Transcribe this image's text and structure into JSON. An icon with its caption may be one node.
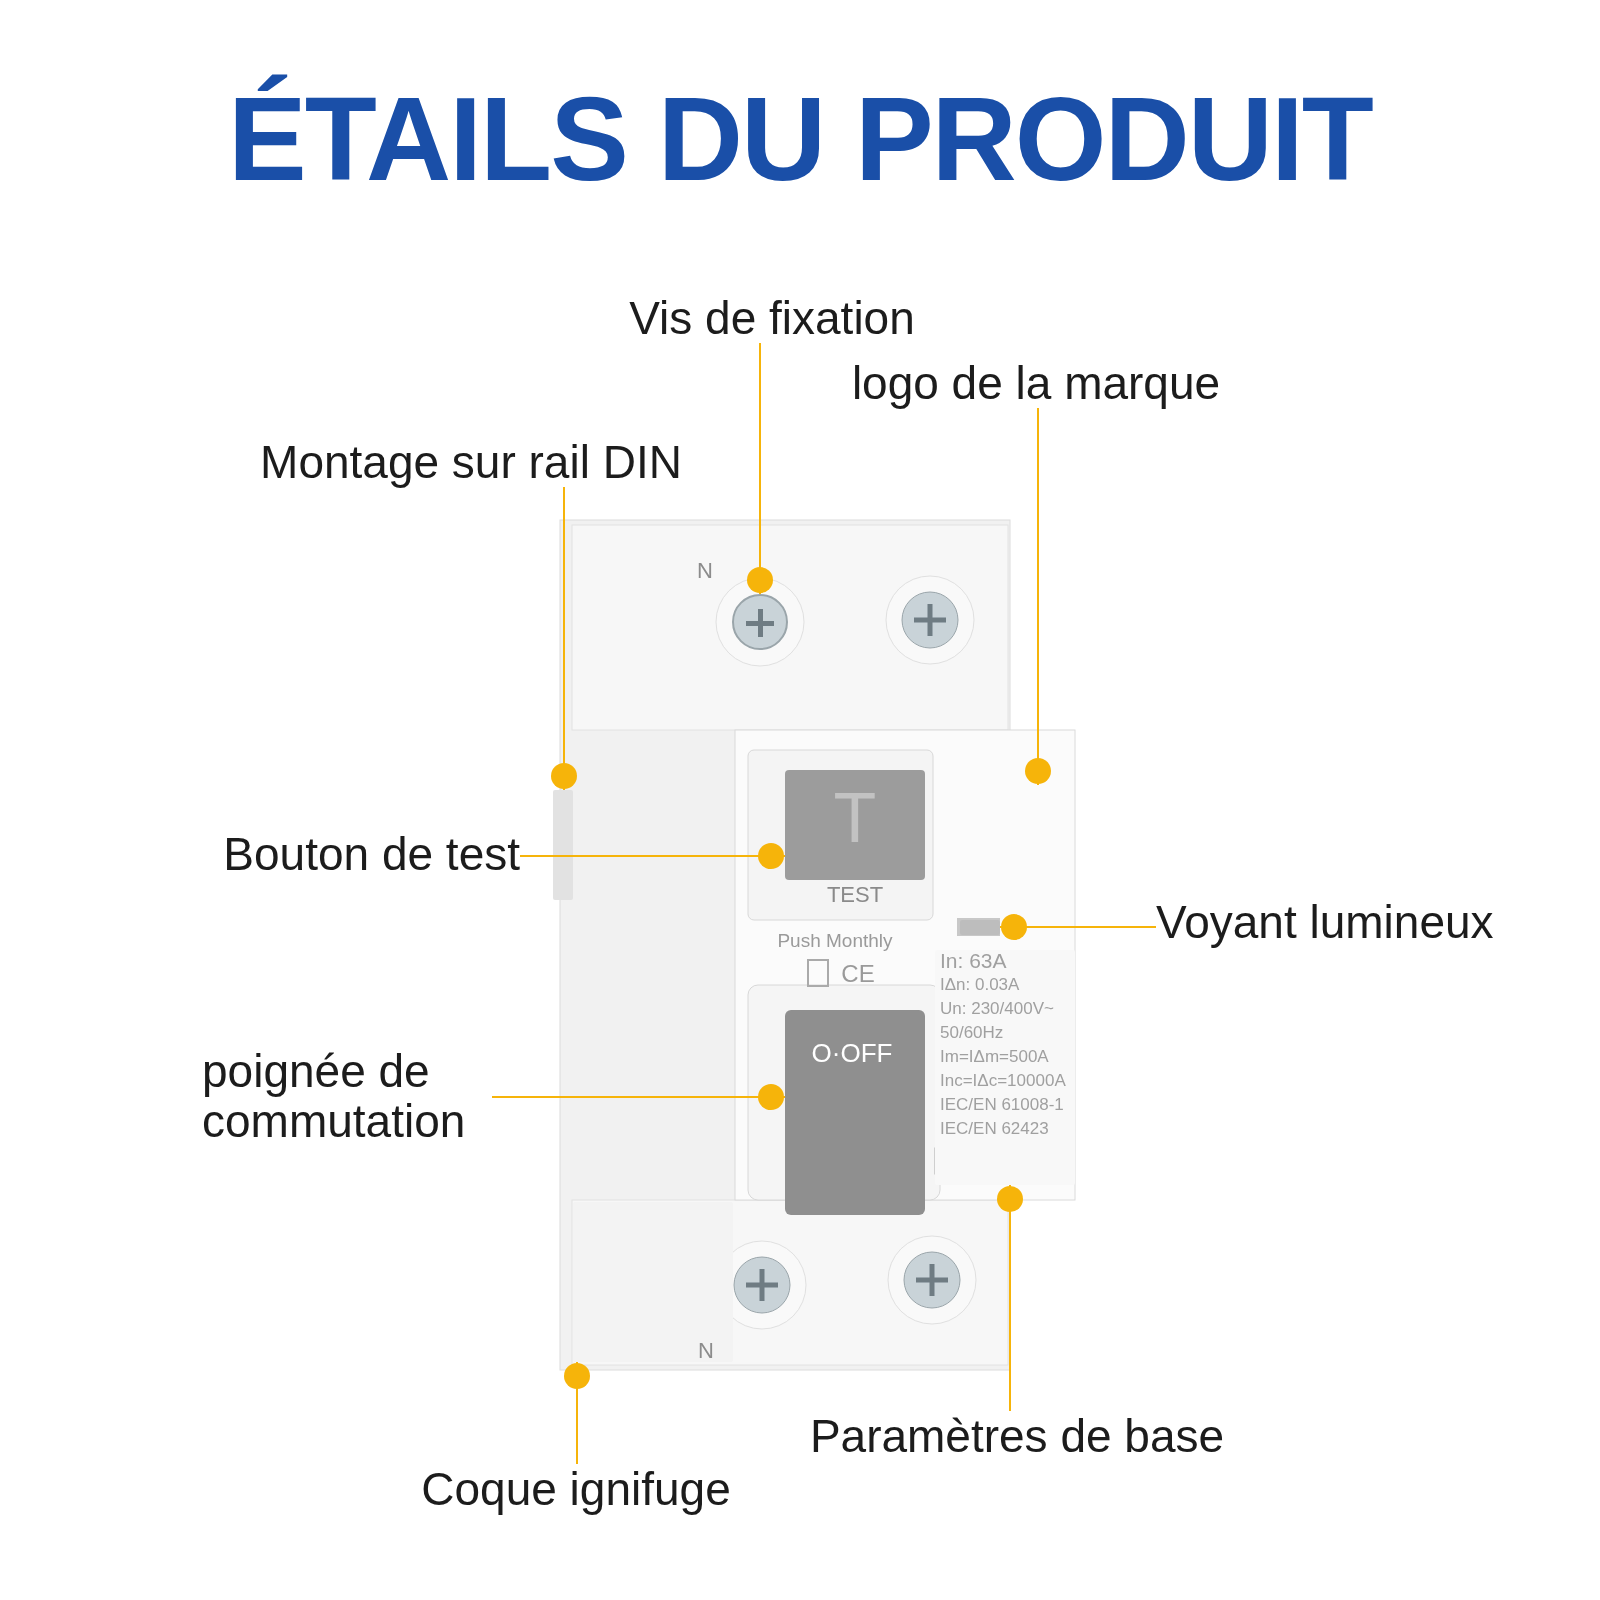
{
  "diagram": {
    "title": "ÉTAILS DU PRODUIT",
    "nodes": [
      {
        "text": [
          "Vis de fixation"
        ]
      },
      {
        "text": [
          "logo de la marque"
        ]
      },
      {
        "text": [
          "Montage sur rail DIN"
        ]
      },
      {
        "text": [
          "Bouton de test"
        ]
      },
      {
        "text": [
          "Voyant lumineux"
        ]
      },
      {
        "text": [
          "poignée de commutation"
        ]
      },
      {
        "text": [
          "Paramètres de base"
        ]
      },
      {
        "text": [
          "Coque ignifuge"
        ]
      },
      {
        "text": [],
        "shape": "circle"
      },
      {
        "text": [],
        "shape": "bar"
      },
      {
        "text": [],
        "shape": "box"
      },
      {
        "text": [],
        "shape": "box"
      },
      {
        "text": [],
        "shape": "box"
      },
      {
        "text": [],
        "shape": "box"
      },
      {
        "text": [],
        "shape": "box"
      }
    ],
    "edges": [
      {
        "from": 0,
        "to": 8,
        "arrow": "other"
      },
      {
        "from": 1,
        "to": null,
        "arrow": "other"
      },
      {
        "from": 2,
        "to": 9,
        "arrow": "other"
      },
      {
        "from": 3,
        "to": 10,
        "arrow": "other"
      },
      {
        "from": 4,
        "to": 11,
        "arrow": "other"
      },
      {
        "from": 5,
        "to": 12,
        "arrow": "other"
      },
      {
        "from": 6,
        "to": 13,
        "arrow": "other"
      },
      {
        "from": 7,
        "to": 14,
        "arrow": "other"
      }
    ],
    "labels": [
      "T",
      "TEST",
      "Push Monthly",
      "CE",
      "In: 63A",
      "IΔn: 0.03A",
      "Un: 230/400V~",
      "50/60Hz",
      "Im=IΔm=500A",
      "Inc=IΔc=10000A",
      "IEC/EN 61008-1",
      "IEC/EN 62423",
      "O·OFF",
      "N",
      "N"
    ]
  }
}
